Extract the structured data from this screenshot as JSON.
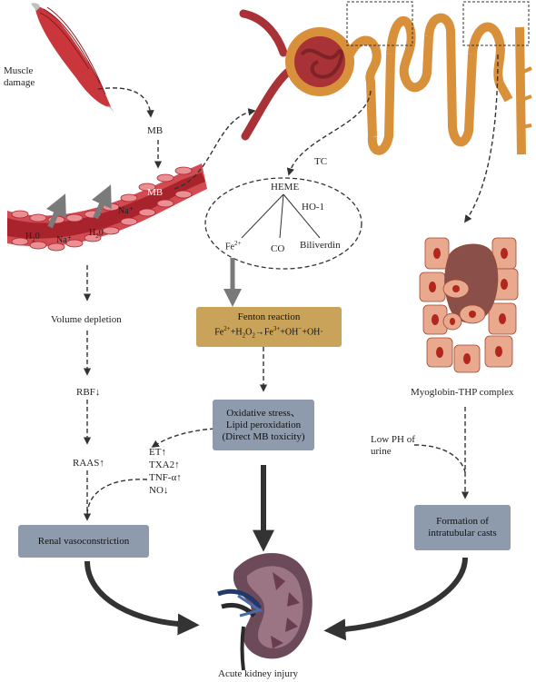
{
  "labels": {
    "muscle_damage_l1": "Muscle",
    "muscle_damage_l2": "damage",
    "mb_top": "MB",
    "mb_vessel": "MB",
    "na_upper": "Na⁺",
    "h2o_left_base": "H",
    "h2o_left_sub": "2",
    "h2o_left_end": "0",
    "na_lower": "Na⁺",
    "h2o_right_base": "H",
    "h2o_right_sub": "2",
    "h2o_right_end": "0",
    "tc": "TC",
    "heme": "HEME",
    "ho1": "HO-1",
    "fe2": "Fe",
    "fe2_sup": "2+",
    "co": "CO",
    "biliverdin": "Biliverdin",
    "volume_depletion": "Volume depletion",
    "rbf": "RBF↓",
    "raas": "RAAS↑",
    "et": "ET↑",
    "txa2": "TXA2↑",
    "tnf": "TNF-α↑",
    "no": "NO↓",
    "myoglobin_thp": "Myoglobin-THP complex",
    "low_ph_l1": "Low PH of",
    "low_ph_l2": "urine",
    "acute_kidney_injury": "Acute kidney injury"
  },
  "boxes": {
    "fenton_title": "Fenton reaction",
    "fenton_eq": {
      "a": "Fe",
      "a_sup": "2+",
      "b": "+H",
      "b_sub": "2",
      "c": "O",
      "c_sub": "2",
      "d": "→Fe",
      "d_sup": "3+",
      "e": "+OH",
      "e_sup": "−",
      "f": "+OH·"
    },
    "oxidative_l1": "Oxidative stress、",
    "oxidative_l2": "Lipid peroxidation",
    "oxidative_l3": "(Direct MB toxicity)",
    "renal_vaso": "Renal vasoconstriction",
    "formation_l1": "Formation of",
    "formation_l2": "intratubular casts"
  },
  "colors": {
    "box_blue": "#8e9bad",
    "box_gold": "#c9a35a",
    "vessel_red": "#c9474c",
    "tubule_orange": "#d9903a",
    "glomerulus_red": "#a83236",
    "kidney_purple": "#6d4a5a",
    "arrow_dark": "#333333",
    "arrow_gray": "#7a7a7a"
  }
}
